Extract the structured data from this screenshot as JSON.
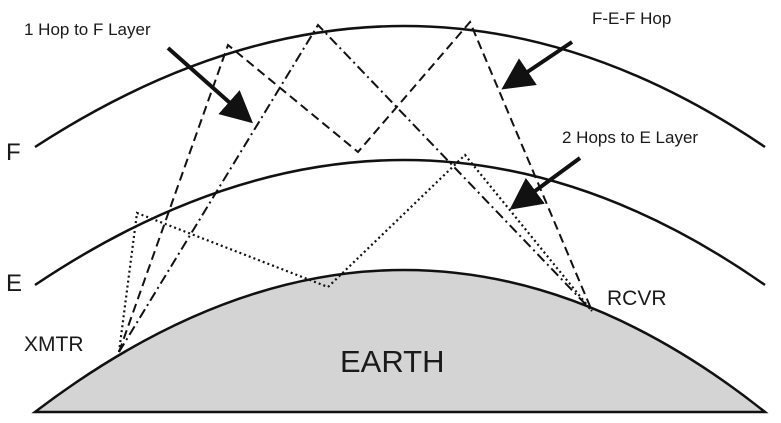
{
  "labels": {
    "one_hop_f": "1 Hop to F Layer",
    "fef_hop": "F-E-F Hop",
    "two_hops_e": "2 Hops to E Layer",
    "layer_f": "F",
    "layer_e": "E",
    "xmtr": "XMTR",
    "rcvr": "RCVR",
    "earth": "EARTH"
  },
  "colors": {
    "line": "#111111",
    "earth_fill": "#d4d4d4",
    "text": "#1a1a1a"
  }
}
